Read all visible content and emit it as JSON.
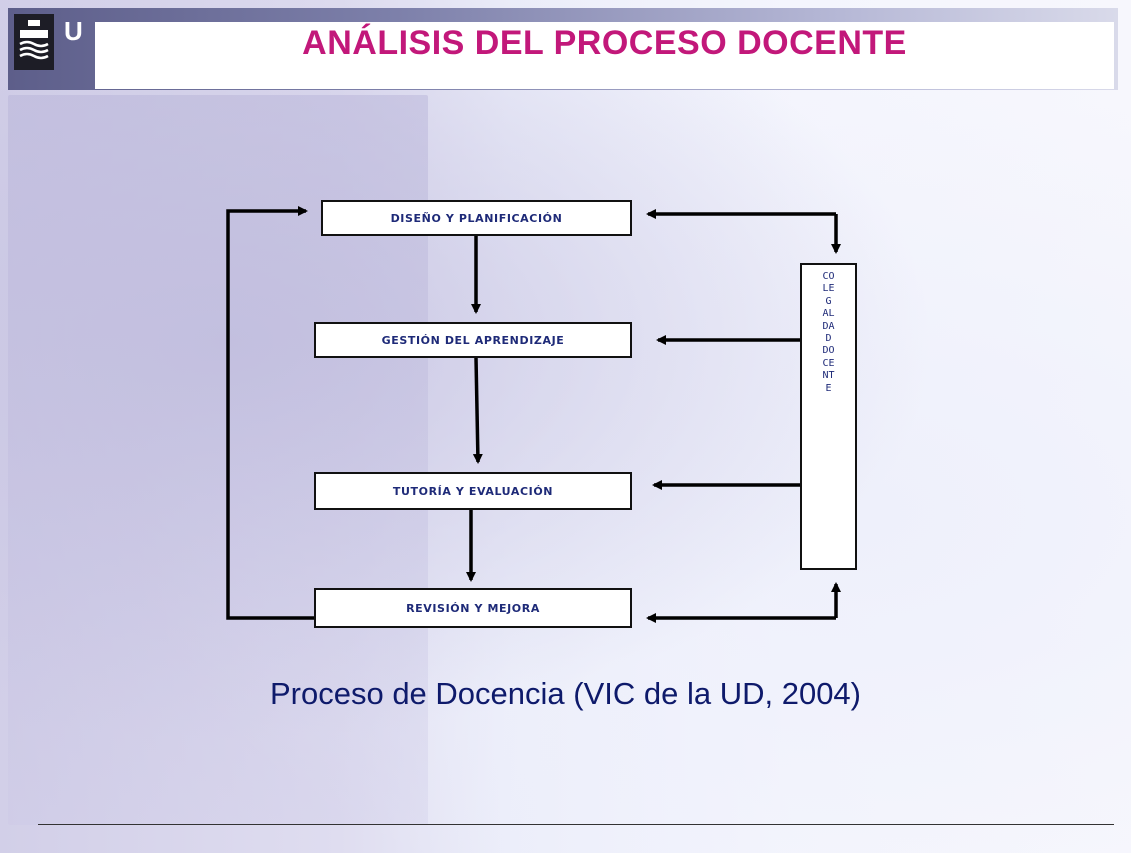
{
  "header": {
    "title": "ANÁLISIS DEL PROCESO DOCENTE",
    "logo_fragment": "U"
  },
  "diagram": {
    "boxes": [
      {
        "label": "DISEÑO Y PLANIFICACIÓN"
      },
      {
        "label": "GESTIÓN DEL APRENDIZAJE"
      },
      {
        "label": "TUTORÍA Y EVALUACIÓN"
      },
      {
        "label": "REVISIÓN Y  MEJORA"
      }
    ],
    "side_box_label": "COLEG AL DAD DOCENTE"
  },
  "caption": "Proceso de Docencia (VIC de la UD, 2004)",
  "colors": {
    "title": "#c2187a",
    "box_text": "#1e2a78",
    "caption": "#0e1a6b"
  }
}
